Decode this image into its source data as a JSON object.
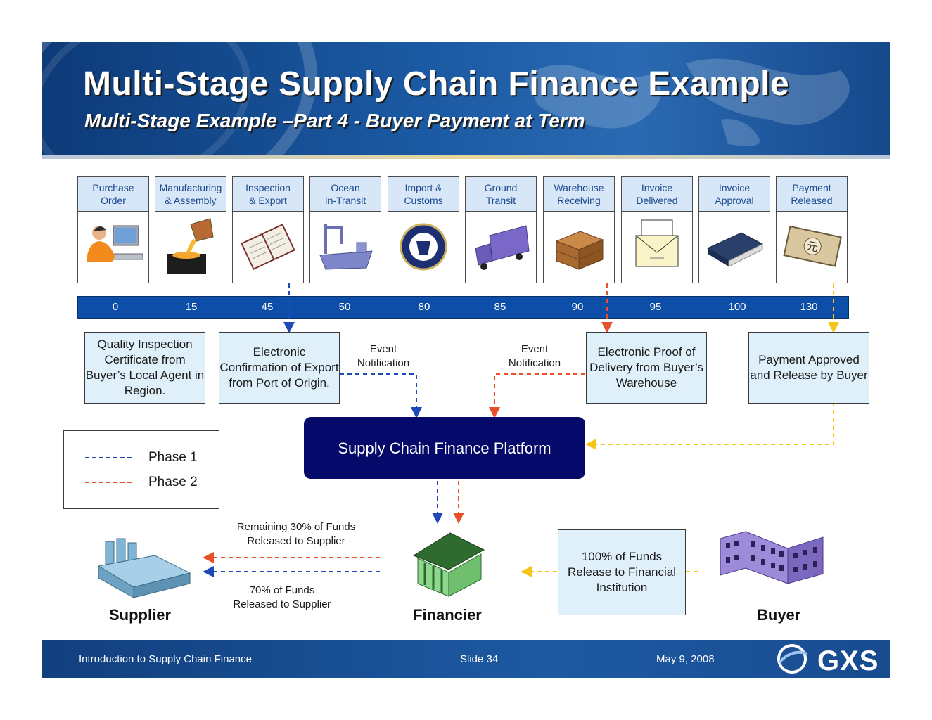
{
  "header": {
    "title": "Multi-Stage Supply Chain Finance Example",
    "subtitle": "Multi-Stage Example –Part 4 - Buyer Payment at Term"
  },
  "stages": [
    {
      "line1": "Purchase",
      "line2": "Order",
      "icon": "operator-at-computer-icon"
    },
    {
      "line1": "Manufacturing",
      "line2": "& Assembly",
      "icon": "molten-metal-pour-icon"
    },
    {
      "line1": "Inspection",
      "line2": "& Export",
      "icon": "notebook-icon"
    },
    {
      "line1": "Ocean",
      "line2": "In-Transit",
      "icon": "cargo-ship-icon"
    },
    {
      "line1": "Import &",
      "line2": "Customs",
      "icon": "customs-seal-icon"
    },
    {
      "line1": "Ground",
      "line2": "Transit",
      "icon": "truck-icon"
    },
    {
      "line1": "Warehouse",
      "line2": "Receiving",
      "icon": "pallet-boxes-icon"
    },
    {
      "line1": "Invoice",
      "line2": "Delivered",
      "icon": "envelope-icon"
    },
    {
      "line1": "Invoice",
      "line2": "Approval",
      "icon": "ledger-book-icon"
    },
    {
      "line1": "Payment",
      "line2": "Released",
      "icon": "banknote-icon"
    }
  ],
  "timeline": [
    "0",
    "15",
    "45",
    "50",
    "80",
    "85",
    "90",
    "95",
    "100",
    "130"
  ],
  "boxes": {
    "quality": "Quality Inspection Certificate from Buyer’s Local Agent in Region.",
    "electronic_export": "Electronic Confirmation of Export from Port of Origin.",
    "proof_delivery": "Electronic Proof of Delivery from Buyer’s Warehouse",
    "payment_approved": "Payment Approved and Release by Buyer",
    "funds_release": "100% of Funds Release to Financial Institution"
  },
  "notes": {
    "event1": "Event\nNotification",
    "event2": "Event\nNotification",
    "remaining": "Remaining 30% of Funds\nReleased to Supplier",
    "seventy": "70% of Funds\nReleased to Supplier"
  },
  "platform": {
    "label": "Supply Chain Finance Platform"
  },
  "legend": {
    "phase1": "Phase 1",
    "phase2": "Phase 2"
  },
  "parties": {
    "supplier": "Supplier",
    "financier": "Financier",
    "buyer": "Buyer"
  },
  "colors": {
    "phase1": "#1f48b8",
    "phase2": "#e8502a",
    "payment": "#f5c518",
    "platform": "#050a6a"
  },
  "footer": {
    "left": "Introduction to Supply Chain Finance",
    "center": "Slide 34",
    "date": "May 9, 2008",
    "logo": "GXS"
  }
}
